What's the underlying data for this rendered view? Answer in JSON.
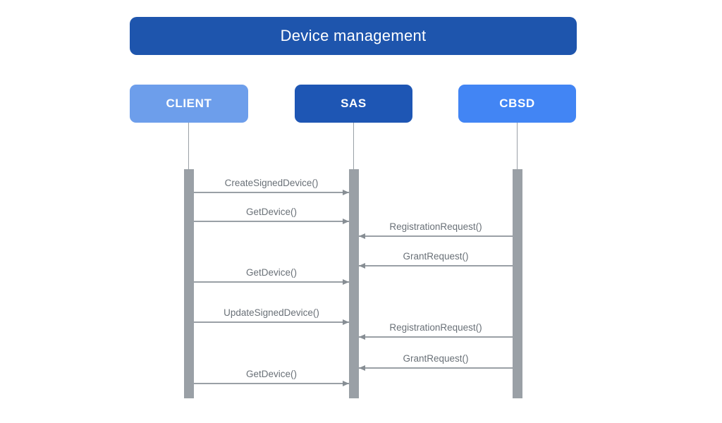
{
  "diagram_type": "sequence",
  "title": "Device management",
  "colors": {
    "title_bar": "#1e55ad",
    "actor_client": "#6d9eeb",
    "actor_sas": "#1e56b4",
    "actor_cbsd": "#4285f4",
    "lifeline_gray": "#9aa0a6",
    "activation_gray": "#9aa0a6",
    "arrow_gray": "#9aa0a6",
    "label_gray": "#697077",
    "text_on_blue": "#ffffff",
    "background": "#ffffff"
  },
  "actors": [
    {
      "id": "CLIENT",
      "label": "CLIENT"
    },
    {
      "id": "SAS",
      "label": "SAS"
    },
    {
      "id": "CBSD",
      "label": "CBSD"
    }
  ],
  "messages": [
    {
      "label": "CreateSignedDevice()",
      "from": "CLIENT",
      "to": "SAS"
    },
    {
      "label": "GetDevice()",
      "from": "CLIENT",
      "to": "SAS"
    },
    {
      "label": "RegistrationRequest()",
      "from": "CBSD",
      "to": "SAS"
    },
    {
      "label": "GrantRequest()",
      "from": "CBSD",
      "to": "SAS"
    },
    {
      "label": "GetDevice()",
      "from": "CLIENT",
      "to": "SAS"
    },
    {
      "label": "UpdateSignedDevice()",
      "from": "CLIENT",
      "to": "SAS"
    },
    {
      "label": "RegistrationRequest()",
      "from": "CBSD",
      "to": "SAS"
    },
    {
      "label": "GrantRequest()",
      "from": "CBSD",
      "to": "SAS"
    },
    {
      "label": "GetDevice()",
      "from": "CLIENT",
      "to": "SAS"
    }
  ]
}
